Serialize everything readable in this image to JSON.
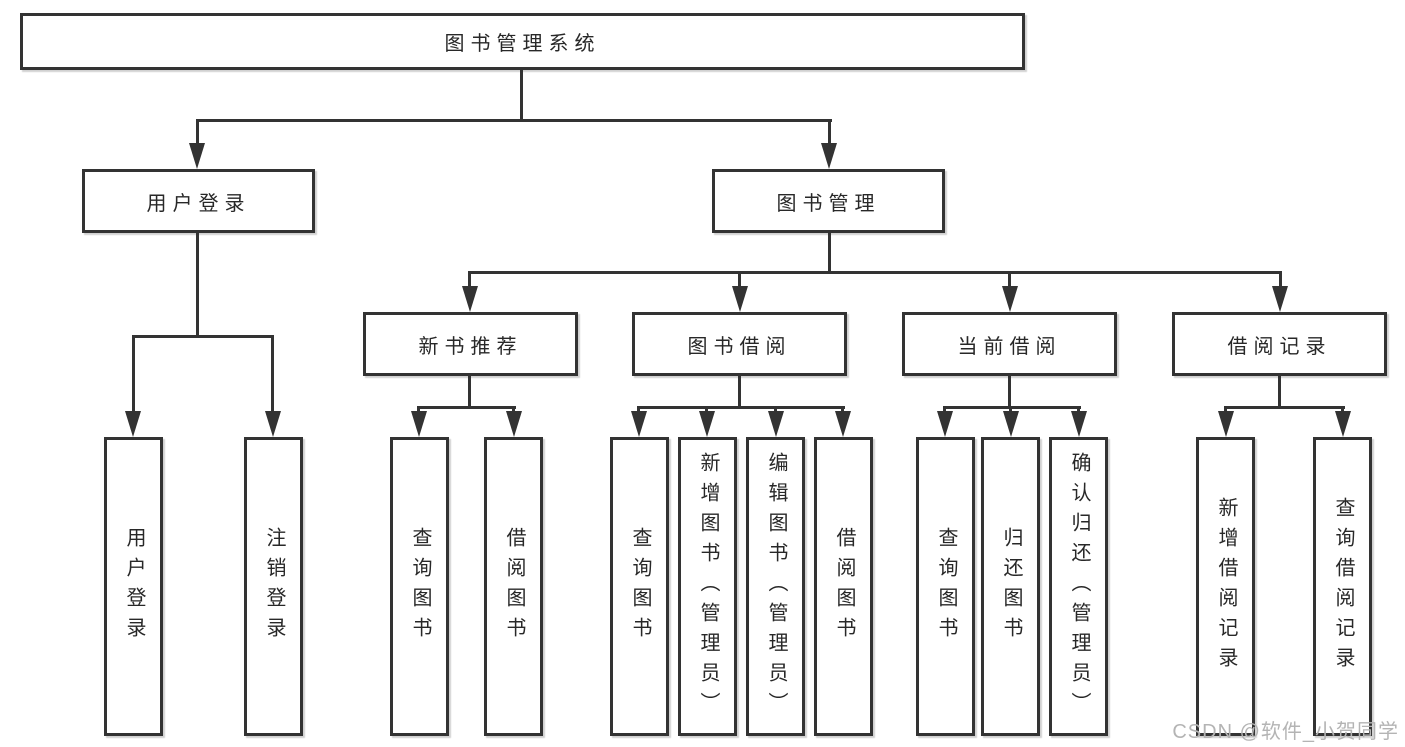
{
  "diagram": {
    "type": "hierarchy-tree",
    "root": {
      "label": "图书管理系统"
    },
    "level2": [
      {
        "label": "用户登录",
        "parent": "图书管理系统"
      },
      {
        "label": "图书管理",
        "parent": "图书管理系统"
      }
    ],
    "level3": [
      {
        "label": "新书推荐",
        "parent": "图书管理"
      },
      {
        "label": "图书借阅",
        "parent": "图书管理"
      },
      {
        "label": "当前借阅",
        "parent": "图书管理"
      },
      {
        "label": "借阅记录",
        "parent": "图书管理"
      }
    ],
    "leaves": [
      {
        "label": "用户登录",
        "parent": "用户登录"
      },
      {
        "label": "注销登录",
        "parent": "用户登录"
      },
      {
        "label": "查询图书",
        "parent": "新书推荐"
      },
      {
        "label": "借阅图书",
        "parent": "新书推荐"
      },
      {
        "label": "查询图书",
        "parent": "图书借阅"
      },
      {
        "label": "新增图书（管理员）",
        "parent": "图书借阅"
      },
      {
        "label": "编辑图书（管理员）",
        "parent": "图书借阅"
      },
      {
        "label": "借阅图书",
        "parent": "图书借阅"
      },
      {
        "label": "查询图书",
        "parent": "当前借阅"
      },
      {
        "label": "归还图书",
        "parent": "当前借阅"
      },
      {
        "label": "确认归还（管理员）",
        "parent": "当前借阅"
      },
      {
        "label": "新增借阅记录",
        "parent": "借阅记录"
      },
      {
        "label": "查询借阅记录",
        "parent": "借阅记录"
      }
    ],
    "colors": {
      "line": "#333333",
      "text": "#282828",
      "box_fill": "#ffffff",
      "watermark": "#b4b4b4"
    }
  },
  "watermark": {
    "text": "CSDN @软件_小贺同学"
  }
}
